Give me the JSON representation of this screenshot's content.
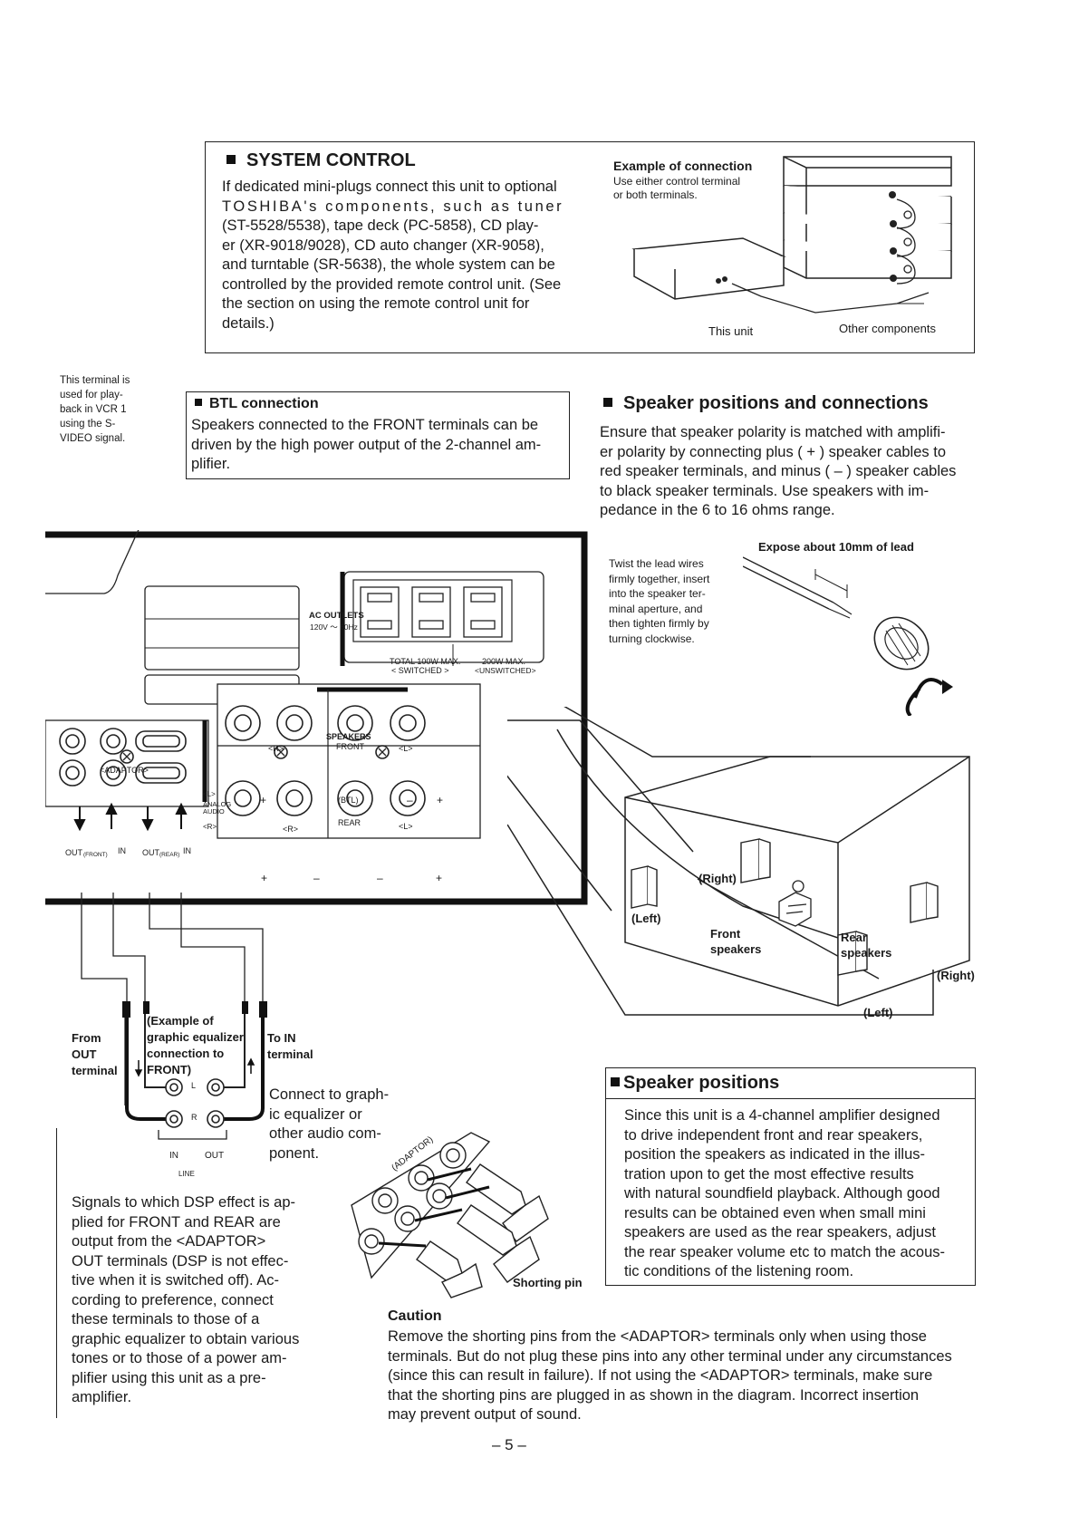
{
  "system_control": {
    "heading": "SYSTEM CONTROL",
    "lines": [
      "If dedicated mini-plugs connect this unit to optional",
      "TOSHIBA's components, such as tuner",
      "(ST-5528/5538), tape deck (PC-5858), CD play-",
      "er (XR-9018/9028), CD auto changer (XR-9058),",
      "and turntable (SR-5638), the whole system can be",
      "controlled by the provided remote control unit. (See",
      "the section on using the remote control unit for",
      "details.)"
    ],
    "example_title": "Example of connection",
    "example_note_1": "Use either control terminal",
    "example_note_2": "or both terminals.",
    "this_unit": "This unit",
    "other_components": "Other components"
  },
  "side_note": {
    "lines": [
      "This terminal is",
      "used for play-",
      "back in VCR 1",
      "using the S-",
      "VIDEO signal."
    ]
  },
  "btl": {
    "heading": "BTL connection",
    "lines": [
      "Speakers connected to the FRONT terminals can be",
      "driven by the high power output of the 2-channel am-",
      "plifier."
    ]
  },
  "speaker_conn": {
    "heading": "Speaker positions and connections",
    "lines": [
      "Ensure that speaker polarity is matched with amplifi-",
      "er polarity by connecting plus ( + ) speaker cables to",
      "red speaker terminals, and minus ( – ) speaker cables",
      "to black speaker terminals. Use speakers with im-",
      "pedance in the 6 to 16 ohms range."
    ],
    "expose": "Expose about 10mm of lead",
    "twist_lines": [
      "Twist the lead wires",
      "firmly together, insert",
      "into the speaker ter-",
      "minal aperture, and",
      "then tighten firmly by",
      "turning clockwise."
    ]
  },
  "panel": {
    "ac_outlets": "AC OUTLETS",
    "ac_rating": "120V ～ 60Hz",
    "total": "TOTAL 100W MAX.",
    "switched": "< SWITCHED >",
    "max200": "200W MAX.",
    "unswitched": "<UNSWITCHED>",
    "speakers": "SPEAKERS",
    "front": "FRONT",
    "rear": "REAR",
    "r": "<R>",
    "l": "<L>",
    "btl": "(BTL)",
    "plus": "+",
    "minus": "–",
    "adaptor": "<ADAPTOR>",
    "analog": "ANALOG",
    "audio": "AUDIO",
    "out": "OUT",
    "in": "IN",
    "front_small": "(FRONT)",
    "rear_small": "(REAR)"
  },
  "room": {
    "right_top": "(Right)",
    "left_top": "(Left)",
    "front_speakers_1": "Front",
    "front_speakers_2": "speakers",
    "rear_speakers_1": "Rear",
    "rear_speakers_2": "speakers",
    "right_bottom": "(Right)",
    "left_bottom": "(Left)"
  },
  "equalizer": {
    "from_1": "From",
    "from_2": "OUT",
    "from_3": "terminal",
    "example_1": "(Example of",
    "example_2": "graphic equalizer",
    "example_3": "connection to",
    "example_4": "FRONT)",
    "to_1": "To IN",
    "to_2": "terminal",
    "connect_lines": [
      "Connect to graph-",
      "ic equalizer or",
      "other audio com-",
      "ponent."
    ],
    "l": "L",
    "r": "R",
    "in": "IN",
    "out": "OUT",
    "line": "LINE"
  },
  "signals": {
    "lines": [
      "Signals to which DSP effect is ap-",
      "plied for FRONT and REAR are",
      "output from the <ADAPTOR>",
      "OUT terminals (DSP is not effec-",
      "tive when it is switched off). Ac-",
      "cording to preference, connect",
      "these terminals to those of a",
      "graphic equalizer to obtain various",
      "tones or to those of a power am-",
      "plifier using this unit as a pre-",
      "amplifier."
    ]
  },
  "shorting": {
    "adaptor": "(ADAPTOR)",
    "label": "Shorting pin"
  },
  "speaker_pos": {
    "heading": "Speaker positions",
    "lines": [
      "Since this unit is a 4-channel amplifier designed",
      "to drive independent front and rear speakers,",
      "position the speakers as indicated in the illus-",
      "tration upon to get the most effective results",
      "with natural soundfield playback. Although good",
      "results can be obtained even when small mini",
      "speakers are used as the rear speakers, adjust",
      "the rear speaker volume etc to match the acous-",
      "tic conditions of the listening room."
    ]
  },
  "caution": {
    "heading": "Caution",
    "lines": [
      "Remove the shorting pins from the <ADAPTOR> terminals only when using those",
      "terminals. But do not plug these pins into any other terminal under any circumstances",
      "(since this can result in failure). If not using the <ADAPTOR> terminals, make sure",
      "that the shorting pins are plugged in as shown in the diagram. Incorrect insertion",
      "may prevent output of sound."
    ]
  },
  "page_number": "– 5 –"
}
